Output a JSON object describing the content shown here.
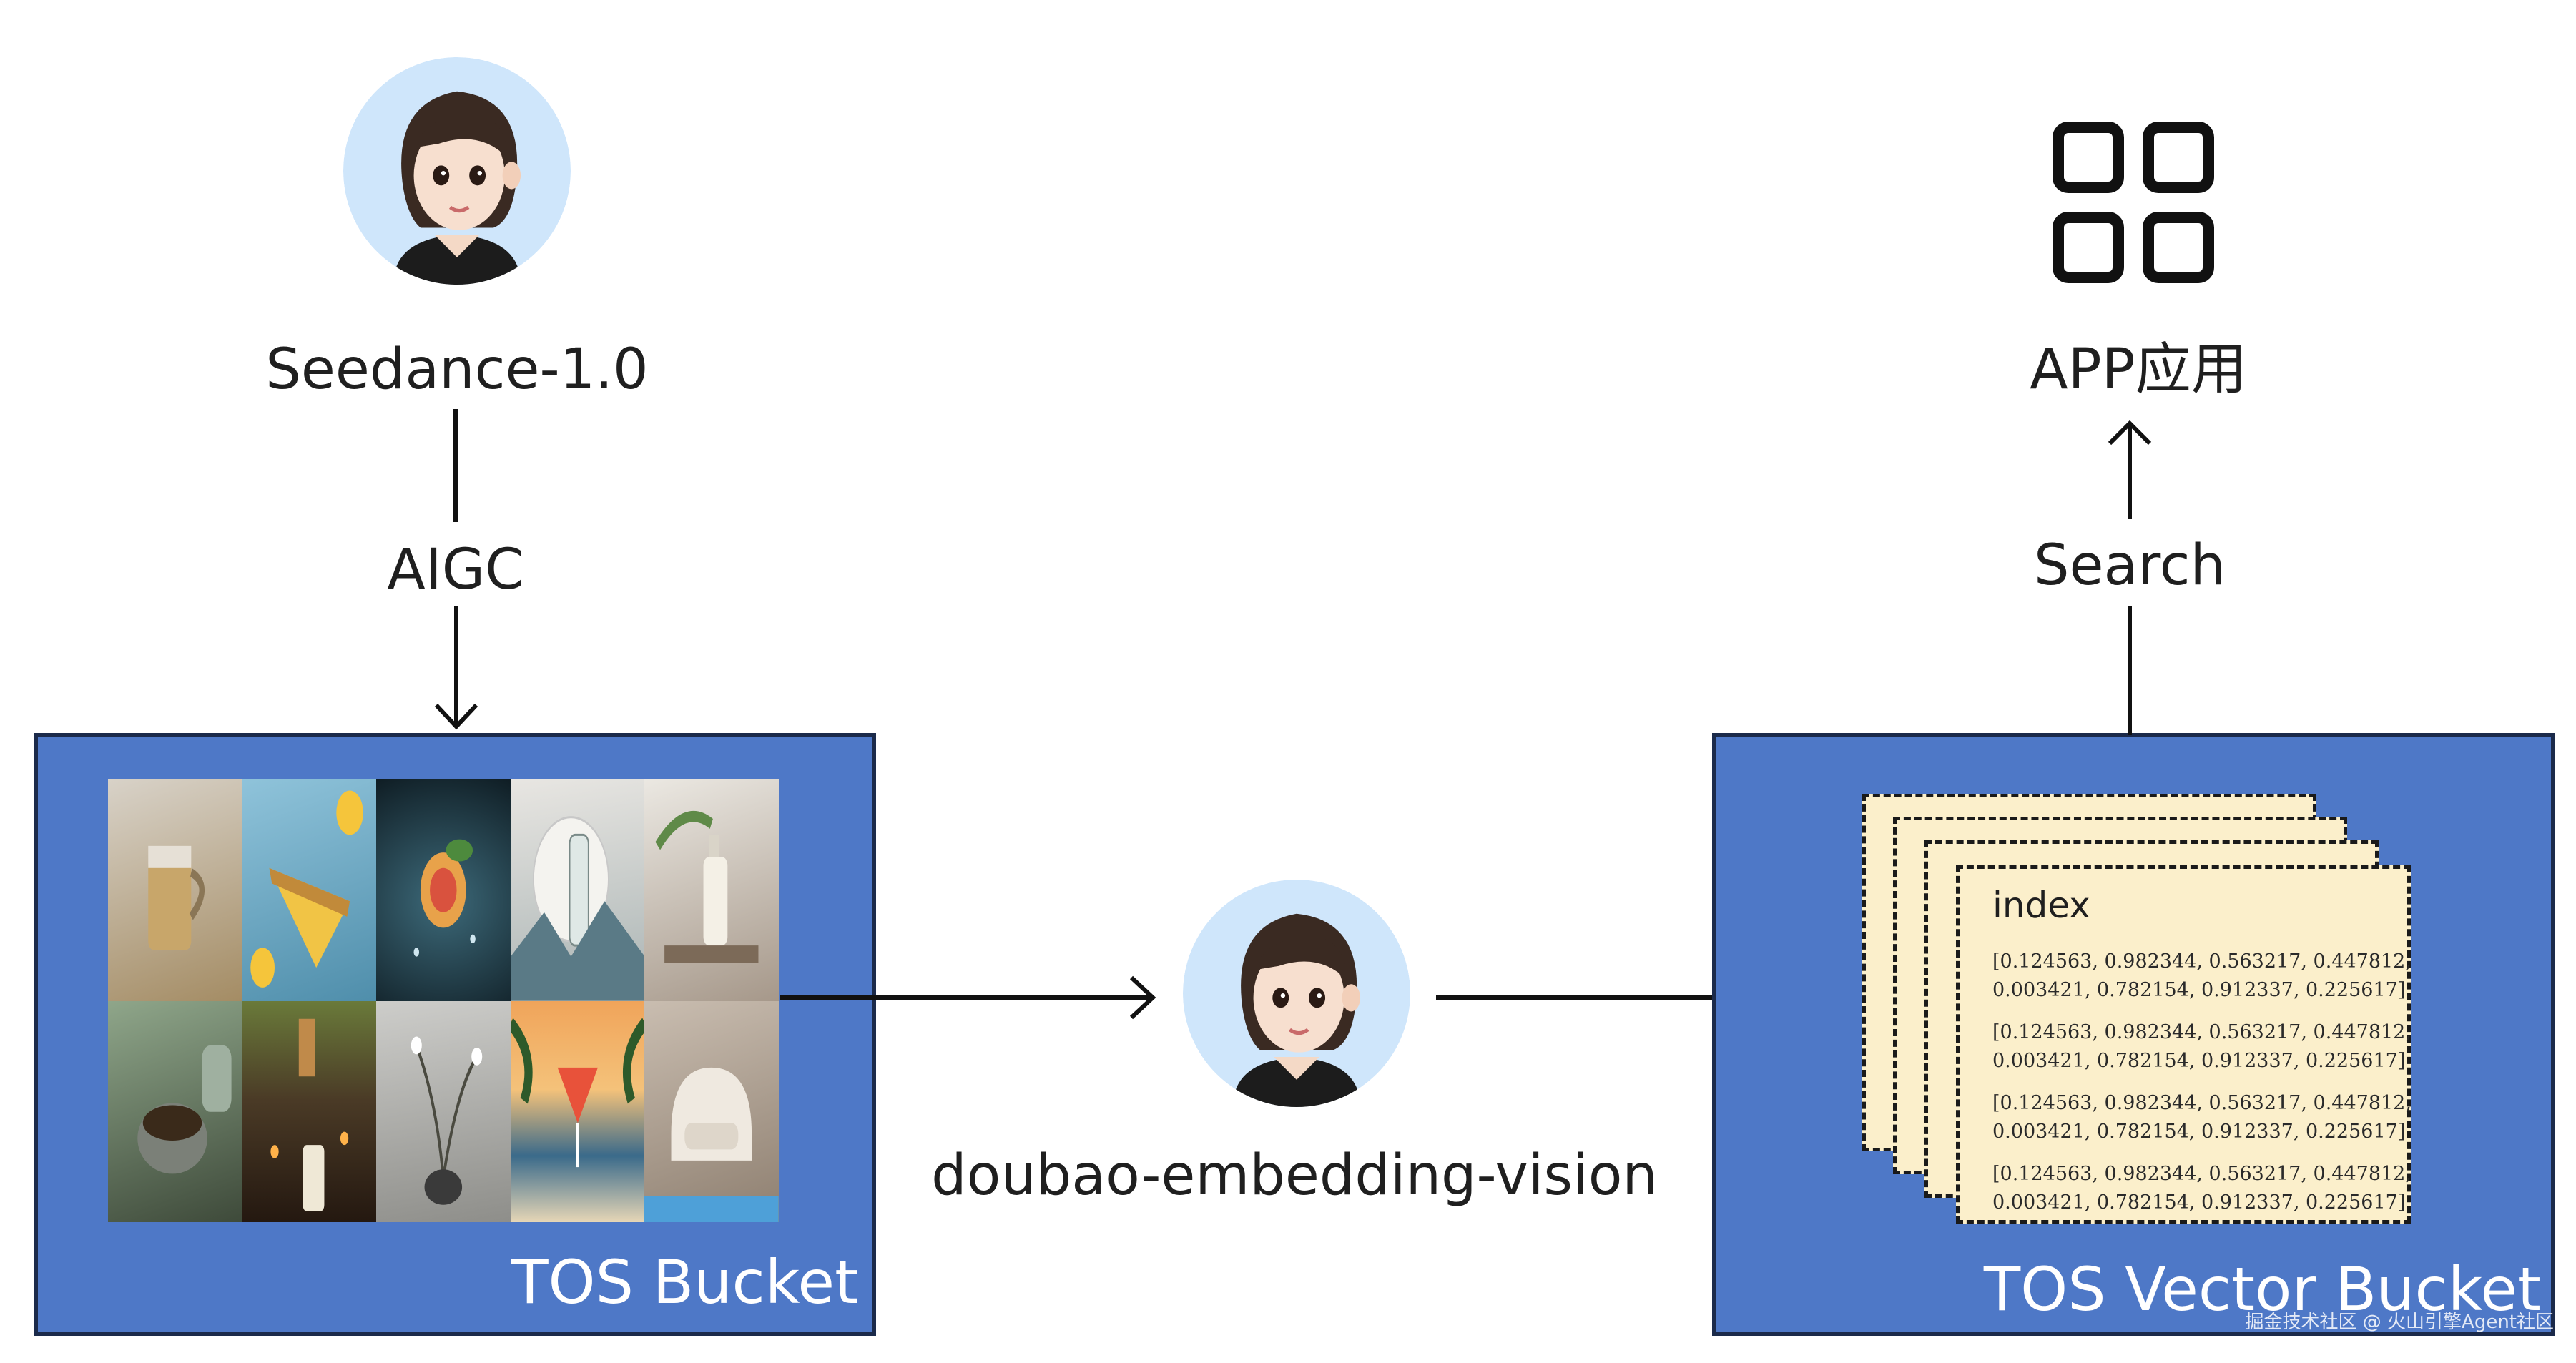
{
  "source": {
    "title": "Seedance-1.0",
    "action": "AIGC"
  },
  "tos_bucket": {
    "label": "TOS Bucket"
  },
  "embedding_model": {
    "label": "doubao-embedding-vision"
  },
  "vector_bucket": {
    "label": "TOS Vector Bucket",
    "index_title": "index",
    "vectors": [
      [
        "[0.124563, 0.982344, 0.563217, 0.447812,",
        "0.003421, 0.782154, 0.912337, 0.225617]"
      ],
      [
        "[0.124563, 0.982344, 0.563217, 0.447812,",
        "0.003421, 0.782154, 0.912337, 0.225617]"
      ],
      [
        "[0.124563, 0.982344, 0.563217, 0.447812,",
        "0.003421, 0.782154, 0.912337, 0.225617]"
      ],
      [
        "[0.124563, 0.982344, 0.563217, 0.447812,",
        "0.003421, 0.782154, 0.912337, 0.225617]"
      ]
    ]
  },
  "app": {
    "label": "APP应用",
    "action": "Search"
  },
  "watermark": "掘金技术社区 @ 火山引擎Agent社区",
  "colors": {
    "bucket": "#4e78c7",
    "card": "#fbefcb",
    "avatar_bg": "#cfe6fb"
  },
  "icons": [
    "avatar-icon",
    "app-grid-icon",
    "arrow-icon"
  ]
}
